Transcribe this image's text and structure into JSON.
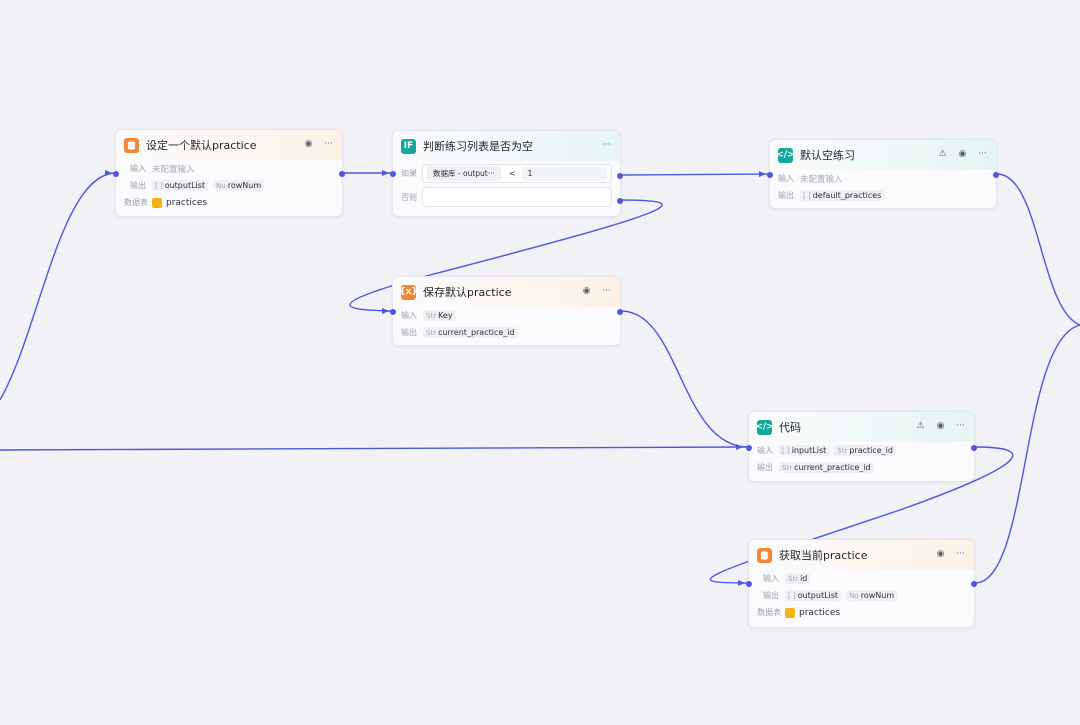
{
  "colors": {
    "edge": "#4f56e0",
    "db_icon": "#f0883a",
    "code_icon": "#14a79c",
    "table_icon": "#f5b214"
  },
  "node_set_default": {
    "title": "设定一个默认practice",
    "icon": "database-icon",
    "input_label": "输入",
    "input_value": "未配置输入",
    "output_label": "输出",
    "outputs": [
      {
        "type": "[ ]",
        "name": "outputList"
      },
      {
        "type": "Nu",
        "name": "rowNum"
      }
    ],
    "table_label": "数据表",
    "table_name": "practices"
  },
  "node_if": {
    "title": "判断练习列表是否为空",
    "icon_text": "IF",
    "if_label": "如果",
    "cond_left": "数据库 - output···",
    "cond_op": "<",
    "cond_value": "1",
    "else_label": "否则"
  },
  "node_default_empty": {
    "title": "默认空练习",
    "icon_text": "</>",
    "input_label": "输入",
    "input_value": "未配置输入",
    "output_label": "输出",
    "output_type": "[ ]",
    "output_name": "default_practices"
  },
  "node_save_default": {
    "title": "保存默认practice",
    "icon_text": "{x}",
    "input_label": "输入",
    "input_type": "Str",
    "input_name": "Key",
    "output_label": "输出",
    "output_type": "Str",
    "output_name": "current_practice_id"
  },
  "node_code": {
    "title": "代码",
    "icon_text": "</>",
    "input_label": "输入",
    "inputs": [
      {
        "type": "[ ]",
        "name": "inputList"
      },
      {
        "type": "Str",
        "name": "practice_id"
      }
    ],
    "output_label": "输出",
    "output_type": "Str",
    "output_name": "current_practice_id"
  },
  "node_get_current": {
    "title": "获取当前practice",
    "icon": "database-icon",
    "input_label": "输入",
    "input_type": "Str",
    "input_name": "id",
    "output_label": "输出",
    "outputs": [
      {
        "type": "[ ]",
        "name": "outputList"
      },
      {
        "type": "Nu",
        "name": "rowNum"
      }
    ],
    "table_label": "数据表",
    "table_name": "practices"
  },
  "actions": {
    "more": "···",
    "run": "◉",
    "debug": "⚠"
  }
}
